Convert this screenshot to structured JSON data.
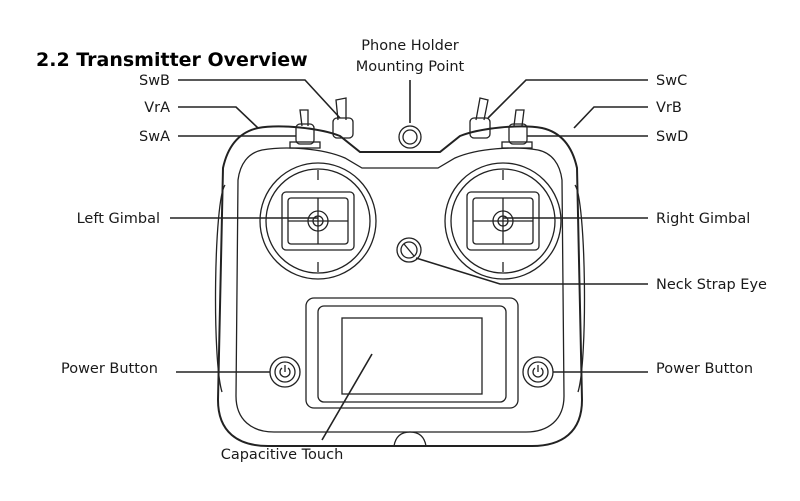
{
  "title": "2.2 Transmitter Overview",
  "labels": {
    "phone_holder_line1": "Phone Holder",
    "phone_holder_line2": "Mounting Point",
    "swb": "SwB",
    "vra": "VrA",
    "swa": "SwA",
    "swc": "SwC",
    "vrb": "VrB",
    "swd": "SwD",
    "left_gimbal": "Left Gimbal",
    "right_gimbal": "Right Gimbal",
    "neck_strap_eye": "Neck Strap Eye",
    "power_button_left": "Power Button",
    "power_button_right": "Power Button",
    "capacitive_touch": "Capacitive Touch"
  },
  "colors": {
    "line": "#222222",
    "text": "#1a1a1a",
    "background": "#ffffff"
  }
}
